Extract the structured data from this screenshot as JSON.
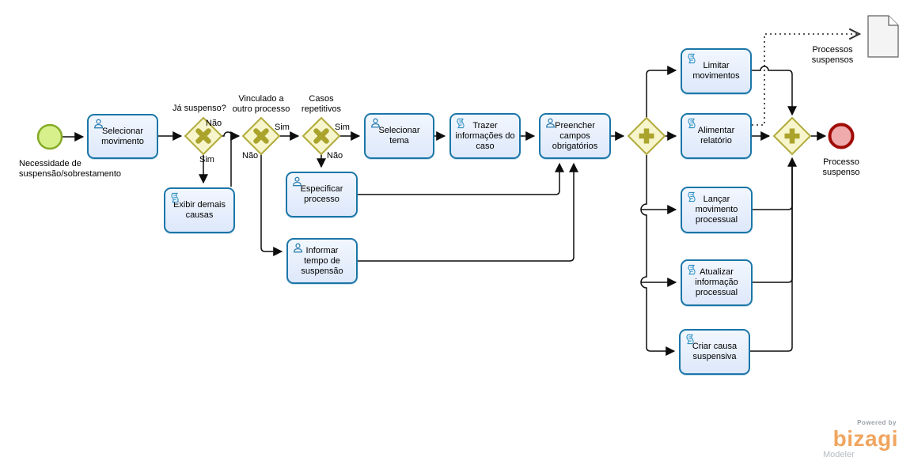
{
  "diagram_labels": {
    "start": "Necessidade de suspensão/sobrestamento",
    "end": "Processo suspenso",
    "data_object": "Processos suspensos"
  },
  "tasks": [
    {
      "label": "Selecionar movimento",
      "icon": "user"
    },
    {
      "label": "Exibir demais causas",
      "icon": "script"
    },
    {
      "label": "Especificar processo",
      "icon": "user"
    },
    {
      "label": "Informar tempo de suspensão",
      "icon": "user"
    },
    {
      "label": "Selecionar tema",
      "icon": "user"
    },
    {
      "label": "Trazer informações do caso",
      "icon": "script"
    },
    {
      "label": "Preencher campos obrigatórios",
      "icon": "user"
    },
    {
      "label": "Limitar movimentos",
      "icon": "script"
    },
    {
      "label": "Alimentar relatório",
      "icon": "script"
    },
    {
      "label": "Lançar movimento processual",
      "icon": "script"
    },
    {
      "label": "Atualizar informação processual",
      "icon": "script"
    },
    {
      "label": "Criar causa suspensiva",
      "icon": "script"
    }
  ],
  "gateways": [
    {
      "question": "Já suspenso?",
      "yes": "Sim",
      "no": "Não"
    },
    {
      "question": "Vinculado a outro processo",
      "yes": "Sim",
      "no": "Não"
    },
    {
      "question": "Casos repetitivos",
      "yes": "Sim",
      "no": "Não"
    }
  ],
  "branding": {
    "powered_by": "Powered by",
    "brand": "bizagi",
    "product": "Modeler"
  },
  "colors": {
    "task_border": "#1b76a8",
    "task_fill_top": "#f2f7fe",
    "task_fill_bottom": "#dde8fa",
    "gateway_fill": "#f7f5cb",
    "gateway_border": "#b2ab3e",
    "gateway_symbol": "#aaa42c",
    "start_fill": "#d7f08c",
    "start_border": "#85ab26",
    "end_fill": "#efabab",
    "end_border": "#a10c08",
    "flow_line": "#0d0d0d",
    "document_fill": "#f4f4f4",
    "document_border": "#7a7a7a",
    "brand_orange": "#f0a55f"
  }
}
